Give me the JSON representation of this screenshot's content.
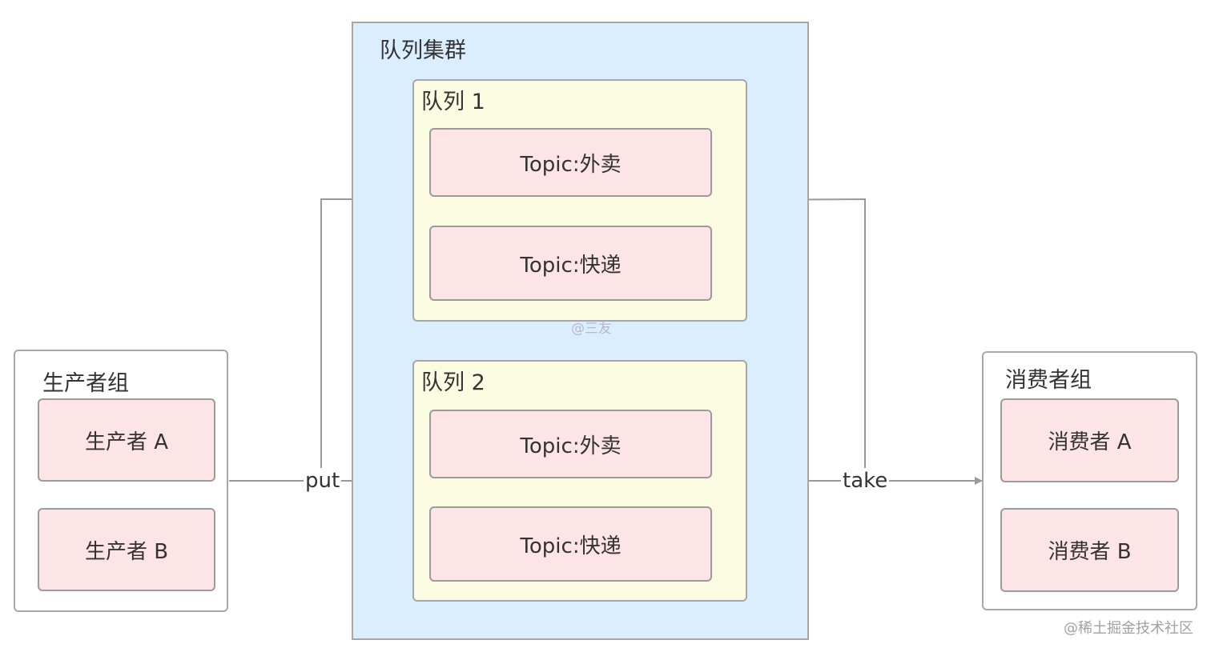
{
  "producer_group": {
    "title": "生产者组",
    "producers": [
      {
        "label": "生产者 A"
      },
      {
        "label": "生产者 B"
      }
    ]
  },
  "queue_cluster": {
    "title": "队列集群",
    "queues": [
      {
        "title": "队列 1",
        "topics": [
          {
            "label": "Topic:外卖"
          },
          {
            "label": "Topic:快递"
          }
        ]
      },
      {
        "title": "队列 2",
        "topics": [
          {
            "label": "Topic:外卖"
          },
          {
            "label": "Topic:快递"
          }
        ]
      }
    ]
  },
  "consumer_group": {
    "title": "消费者组",
    "consumers": [
      {
        "label": "消费者 A"
      },
      {
        "label": "消费者 B"
      }
    ]
  },
  "edges": {
    "put_label": "put",
    "take_label": "take"
  },
  "watermarks": {
    "center": "@三友",
    "corner": "@稀土掘金技术社区"
  },
  "colors": {
    "cluster_fill": "#dbeeff",
    "queue_fill": "#fbfbe1",
    "node_fill": "#fde4e6",
    "edge_stroke": "#999999"
  }
}
